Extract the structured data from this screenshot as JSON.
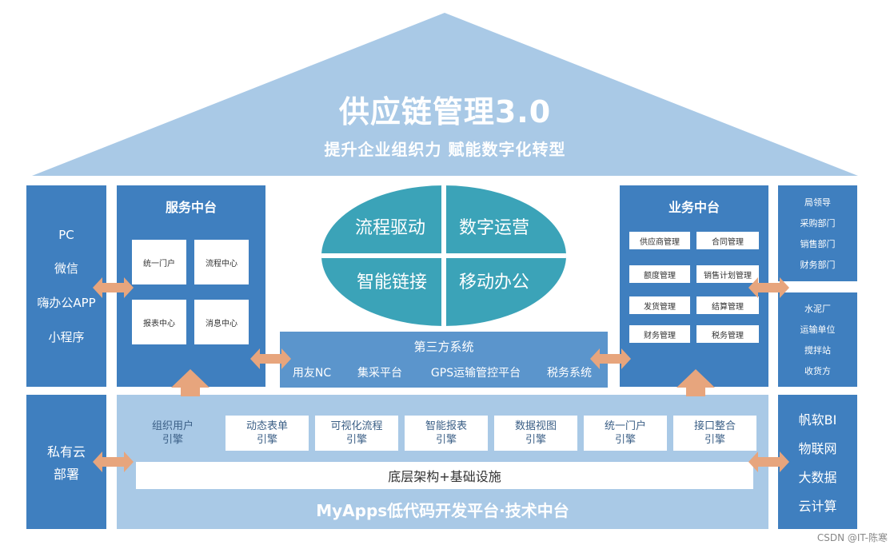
{
  "roof": {
    "title": "供应链管理3.0",
    "subtitle": "提升企业组织力 赋能数字化转型"
  },
  "left_clients": [
    "PC",
    "微信",
    "嗨办公APP",
    "小程序"
  ],
  "service_platform": {
    "title": "服务中台",
    "items": [
      "统一门户",
      "流程中心",
      "报表中心",
      "消息中心"
    ]
  },
  "center_quadrants": [
    "流程驱动",
    "数字运营",
    "智能链接",
    "移动办公"
  ],
  "third_party": {
    "title": "第三方系统",
    "items": [
      "用友NC",
      "集采平台",
      "GPS运输管控平台",
      "税务系统"
    ]
  },
  "business_platform": {
    "title": "业务中台",
    "items": [
      "供应商管理",
      "合同管理",
      "额度管理",
      "销售计划管理",
      "发货管理",
      "结算管理",
      "财务管理",
      "税务管理"
    ]
  },
  "right_org": [
    "局领导",
    "采购部门",
    "销售部门",
    "财务部门"
  ],
  "right_partners": [
    "水泥厂",
    "运输单位",
    "搅拌站",
    "收货方"
  ],
  "private_cloud": [
    "私有云",
    "部署"
  ],
  "engines": [
    [
      "组织用户",
      "引擎"
    ],
    [
      "动态表单",
      "引擎"
    ],
    [
      "可视化流程",
      "引擎"
    ],
    [
      "智能报表",
      "引擎"
    ],
    [
      "数据视图",
      "引擎"
    ],
    [
      "统一门户",
      "引擎"
    ],
    [
      "接口整合",
      "引擎"
    ]
  ],
  "foundation": "底层架构+基础设施",
  "lowcode_title": "MyApps低代码开发平台·技术中台",
  "right_services": [
    "帆软BI",
    "物联网",
    "大数据",
    "云计算"
  ],
  "watermark": "CSDN @IT-陈寒",
  "colors": {
    "dark_blue": "#3f7fbf",
    "mid_blue": "#5b95cc",
    "light_blue": "#a9c9e6",
    "teal": "#3ba3b8",
    "arrow_orange": "#e7a57d"
  }
}
